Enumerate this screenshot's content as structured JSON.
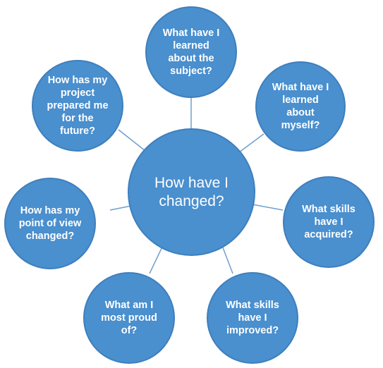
{
  "colors": {
    "node_fill": "#4a8fce",
    "node_border": "#3e7fbd",
    "connector": "#6d9fd2",
    "text": "#ffffff"
  },
  "center": {
    "label": "How have I\nchanged?"
  },
  "nodes": [
    {
      "label": "What have I\nlearned\nabout the\nsubject?"
    },
    {
      "label": "What have I\nlearned\nabout\nmyself?"
    },
    {
      "label": "What skills\nhave I\nacquired?"
    },
    {
      "label": "What skills\nhave I\nimproved?"
    },
    {
      "label": "What am I\nmost proud\nof?"
    },
    {
      "label": "How has my\npoint of view\nchanged?"
    },
    {
      "label": "How has my\nproject\nprepared me\nfor the\nfuture?"
    }
  ]
}
